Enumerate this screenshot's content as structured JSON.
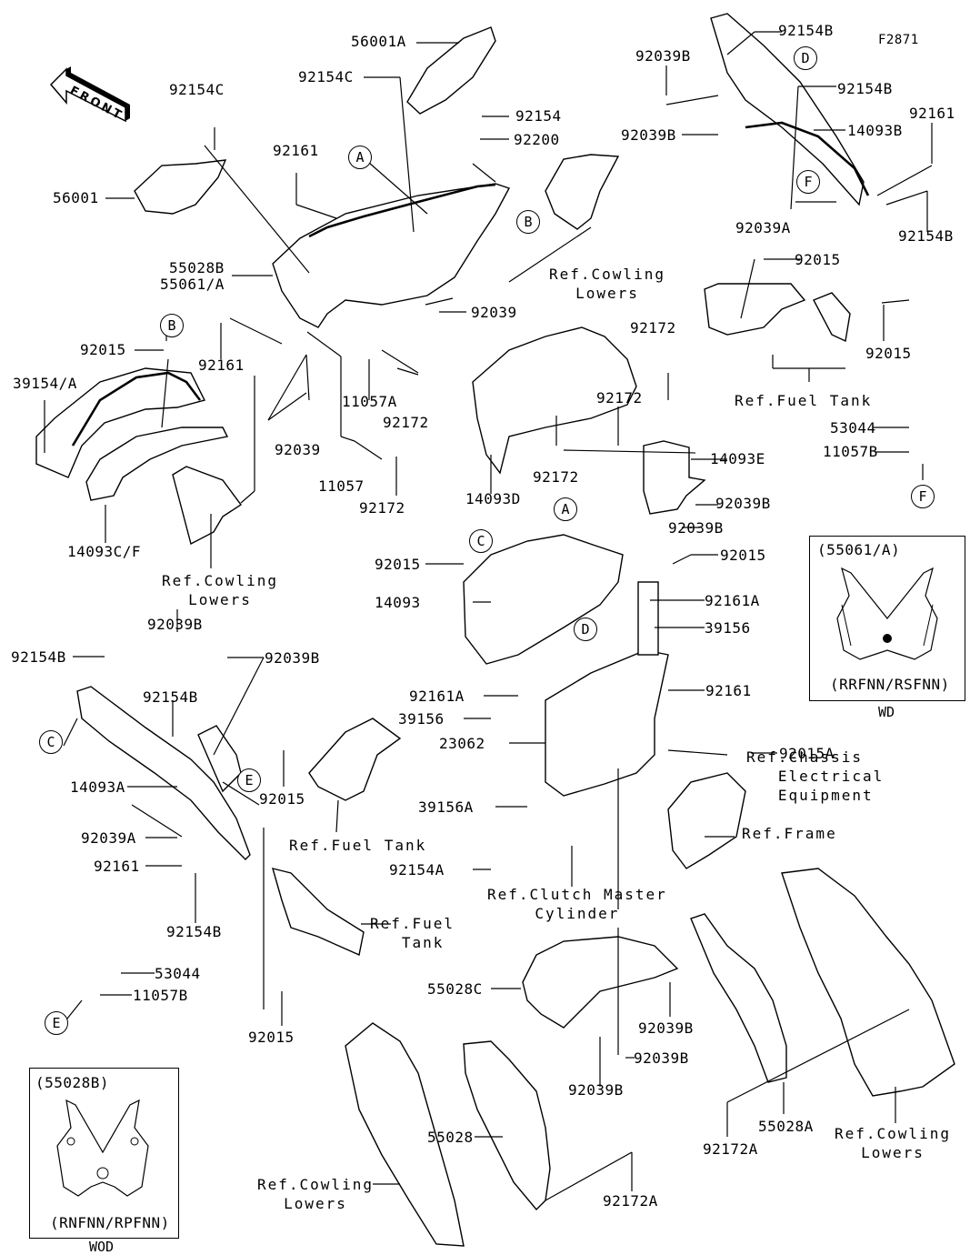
{
  "figure_code": "F2871",
  "front_arrow": {
    "label": "FRONT",
    "icon": "front-arrow-icon"
  },
  "callout_letters": [
    "A",
    "B",
    "C",
    "D",
    "E",
    "F"
  ],
  "part_labels": {
    "l56001A": "56001A",
    "l92154C_top": "92154C",
    "l92154C_left": "92154C",
    "l92154": "92154",
    "l92200": "92200",
    "l56001": "56001",
    "l92161_top": "92161",
    "l55028B": "55028B",
    "l55061A": "55061/A",
    "l92039_mid": "92039",
    "l92015_b": "92015",
    "l39154A": "39154/A",
    "l92161_left": "92161",
    "l11057A": "11057A",
    "l92172_a": "92172",
    "l92039_low": "92039",
    "l11057": "11057",
    "l92172_b": "92172",
    "l14093CF": "14093C/F",
    "l92172_r1": "92172",
    "l92172_r2": "92172",
    "l92172_r3": "92172",
    "l14093D": "14093D",
    "l14093E": "14093E",
    "l92039B_e1": "92039B",
    "l92039B_e2": "92039B",
    "l92154B_tr1": "92154B",
    "l92039B_tr1": "92039B",
    "l92154B_tr2": "92154B",
    "l92039B_tr2": "92039B",
    "l14093B": "14093B",
    "l92161_tr": "92161",
    "l92154B_tr3": "92154B",
    "l92039A_tr": "92039A",
    "l92015_tr": "92015",
    "l92015_tr2": "92015",
    "l53044_tr": "53044",
    "l11057B_tr": "11057B",
    "l92015_c": "92015",
    "l14093": "14093",
    "l92015_a": "92015",
    "l92161A_1": "92161A",
    "l39156_1": "39156",
    "l92161A_2": "92161A",
    "l39156_2": "39156",
    "l92161_m": "92161",
    "l23062": "23062",
    "l92015A": "92015A",
    "l39156A": "39156A",
    "l92154A": "92154A",
    "l92039B_l1": "92039B",
    "l92154B_l1": "92154B",
    "l92039B_l2": "92039B",
    "l92154B_l2": "92154B",
    "l14093A": "14093A",
    "l92015_l": "92015",
    "l92039A_l": "92039A",
    "l92161_l": "92161",
    "l92154B_l3": "92154B",
    "l53044_l": "53044",
    "l11057B_l": "11057B",
    "l92015_lb": "92015",
    "l55028C": "55028C",
    "l92039B_b1": "92039B",
    "l92039B_b2": "92039B",
    "l92039B_b3": "92039B",
    "l55028": "55028",
    "l92172A_1": "92172A",
    "l92172A_2": "92172A",
    "l55028A": "55028A"
  },
  "ref_labels": {
    "cowl_lowers_top": "Ref.Cowling\nLowers",
    "fuel_tank_tr": "Ref.Fuel Tank",
    "cowl_lowers_left": "Ref.Cowling\nLowers",
    "fuel_tank_mid": "Ref.Fuel Tank",
    "chassis_elec": "Ref.Chassis\n   Electrical\n   Equipment",
    "frame": "Ref.Frame",
    "clutch": "Ref.Clutch Master\nCylinder",
    "fuel_tank_low": "Ref.Fuel\n   Tank",
    "cowl_lowers_bottom": "Ref.Cowling\nLowers",
    "cowl_lowers_br": "Ref.Cowling\nLowers"
  },
  "insets": [
    {
      "title": "(55061/A)",
      "code": "(RRFNN/RSFNN)",
      "caption": "WD"
    },
    {
      "title": "(55028B)",
      "code": "(RNFNN/RPFNN)",
      "caption": "WOD"
    }
  ]
}
